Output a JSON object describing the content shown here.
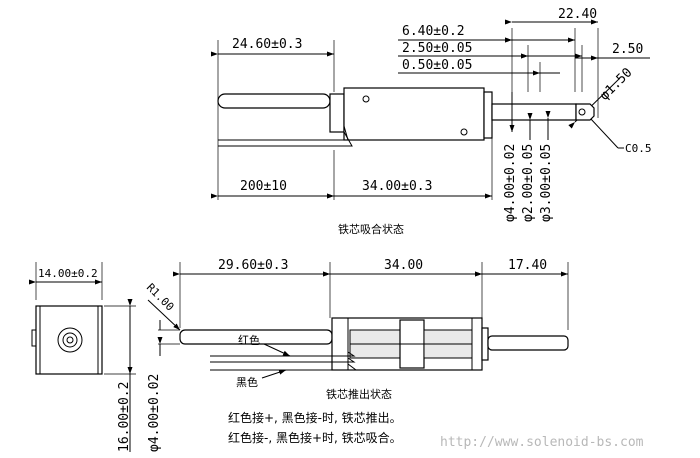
{
  "top_view": {
    "dim_body_length": "24.60±0.3",
    "dim_plunger_stroke": "6.40±0.2",
    "dim_overall": "22.40",
    "dim_a": "2.50±0.05",
    "dim_b": "0.50±0.05",
    "dim_tip": "2.50",
    "dim_phi_small": "φ1.50",
    "dim_chamfer": "C0.5",
    "dim_lead": "200±10",
    "dim_body": "34.00±0.3",
    "dim_phi_a": "φ4.00±0.02",
    "dim_phi_b": "φ2.00±0.05",
    "dim_phi_c": "φ3.00±0.05",
    "caption": "铁芯吸合状态"
  },
  "bottom_view": {
    "dim_width": "14.00±0.2",
    "dim_radius": "R1.00",
    "dim_shaft": "29.60±0.3",
    "dim_body": "34.00",
    "dim_tip": "17.40",
    "dim_height": "16.00±0.2",
    "dim_phi": "φ4.00±0.02",
    "label_red": "红色",
    "label_black": "黑色",
    "caption": "铁芯推出状态"
  },
  "notes": {
    "line1": "红色接+, 黑色接-时, 铁芯推出。",
    "line2": "红色接-, 黑色接+时, 铁芯吸合。"
  },
  "watermark": "http://www.solenoid-bs.com"
}
